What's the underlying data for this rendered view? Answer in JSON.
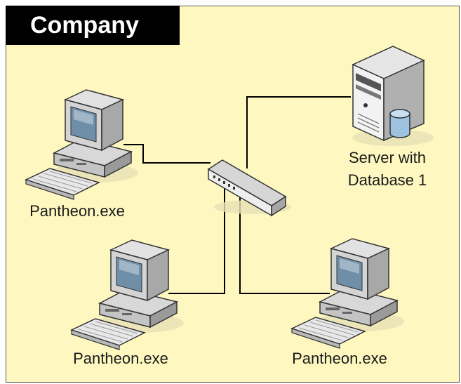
{
  "title": "Company",
  "colors": {
    "background": "#fef8c0",
    "title_bar": "#000000",
    "title_text": "#ffffff",
    "connection": "#000000"
  },
  "nodes": {
    "workstation_top_left": {
      "label": "Pantheon.exe",
      "icon": "desktop-computer-icon"
    },
    "workstation_bottom_left": {
      "label": "Pantheon.exe",
      "icon": "desktop-computer-icon"
    },
    "workstation_bottom_right": {
      "label": "Pantheon.exe",
      "icon": "desktop-computer-icon"
    },
    "server": {
      "label_line1": "Server with",
      "label_line2": "Database 1",
      "icon": "database-server-icon"
    },
    "switch": {
      "icon": "network-switch-icon"
    }
  }
}
